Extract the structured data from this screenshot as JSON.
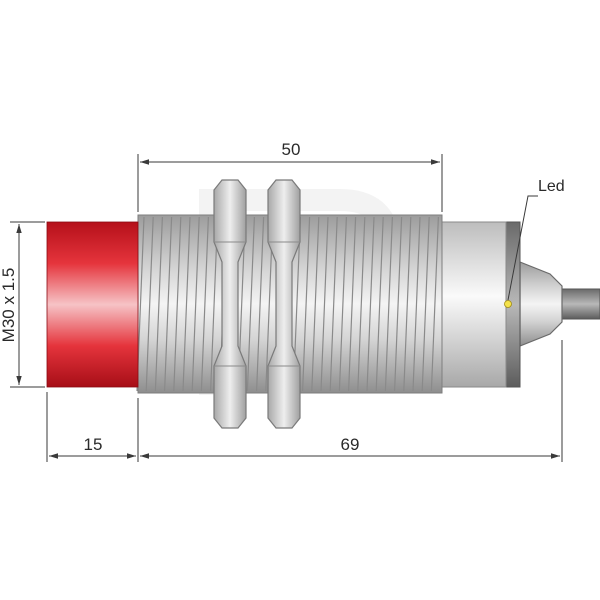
{
  "dimensions": {
    "thread_length": "50",
    "head_length": "15",
    "total_length": "69",
    "thread_spec": "M30 x 1.5"
  },
  "labels": {
    "led": "Led"
  },
  "colors": {
    "sensing_face": "#e01822",
    "thread_body": "#c8c8c8",
    "led": "#f4e24a",
    "dimension_line": "#3a3a3a"
  }
}
